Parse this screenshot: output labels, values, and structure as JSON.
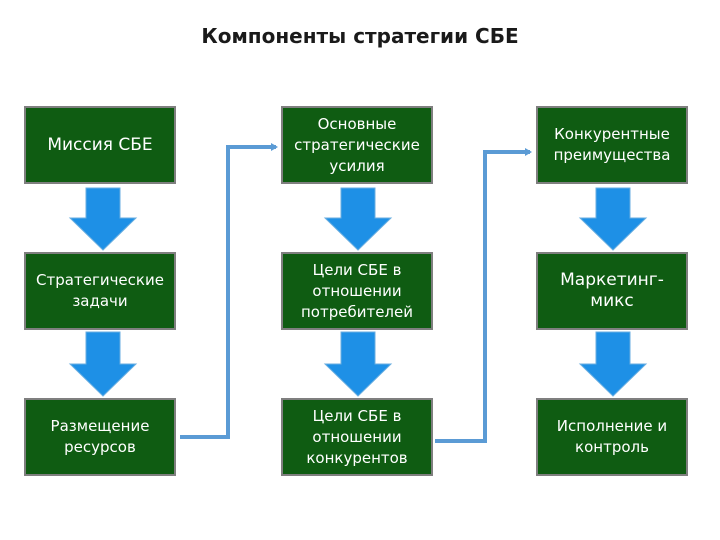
{
  "title": "Компоненты стратегии СБЕ",
  "colors": {
    "box_fill": "#0f5c12",
    "box_border": "#7f7f7f",
    "down_arrow": "#1e90e6",
    "connector": "#5b9bd5"
  },
  "columns": [
    {
      "items": [
        {
          "label": "Миссия СБЕ"
        },
        {
          "label": "Стратегические\nзадачи"
        },
        {
          "label": "Размещение\nресурсов"
        }
      ]
    },
    {
      "items": [
        {
          "label": "Основные\nстратегические\nусилия"
        },
        {
          "label": "Цели СБЕ в\nотношении\nпотребителей"
        },
        {
          "label": "Цели СБЕ в\nотношении\nконкурентов"
        }
      ]
    },
    {
      "items": [
        {
          "label": "Конкурентные\nпреимущества"
        },
        {
          "label": "Маркетинг-\nмикс"
        },
        {
          "label": "Исполнение и\nконтроль"
        }
      ]
    }
  ]
}
